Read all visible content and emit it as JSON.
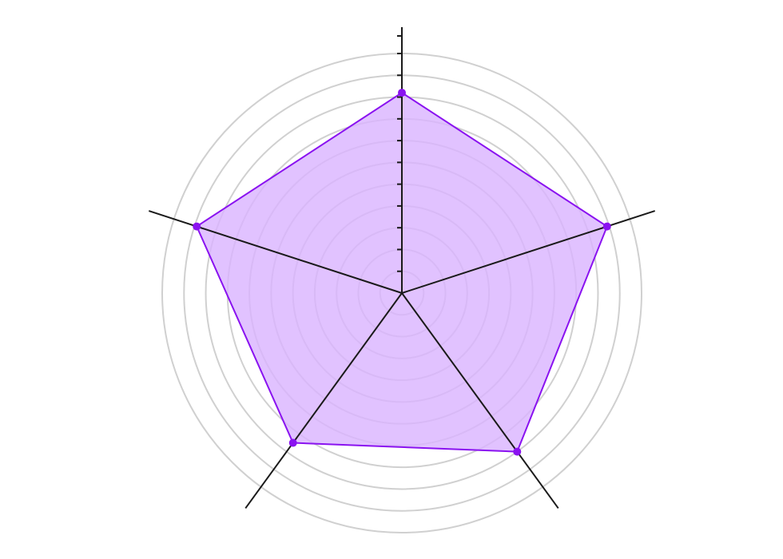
{
  "chart_data": {
    "type": "radar",
    "title": "",
    "axes": [
      "",
      "",
      "",
      "",
      ""
    ],
    "series": [
      {
        "values": [
          92,
          99,
          90,
          85,
          99
        ],
        "color": "#8a12f0",
        "fill": "#d9b3ff"
      }
    ],
    "range": [
      0,
      110
    ],
    "rings": [
      10,
      20,
      30,
      40,
      50,
      60,
      70,
      80,
      90,
      100,
      110
    ],
    "ticks": [
      10,
      20,
      30,
      40,
      50,
      60,
      70,
      80,
      90,
      100,
      110
    ],
    "grid": true,
    "legend": "none"
  }
}
